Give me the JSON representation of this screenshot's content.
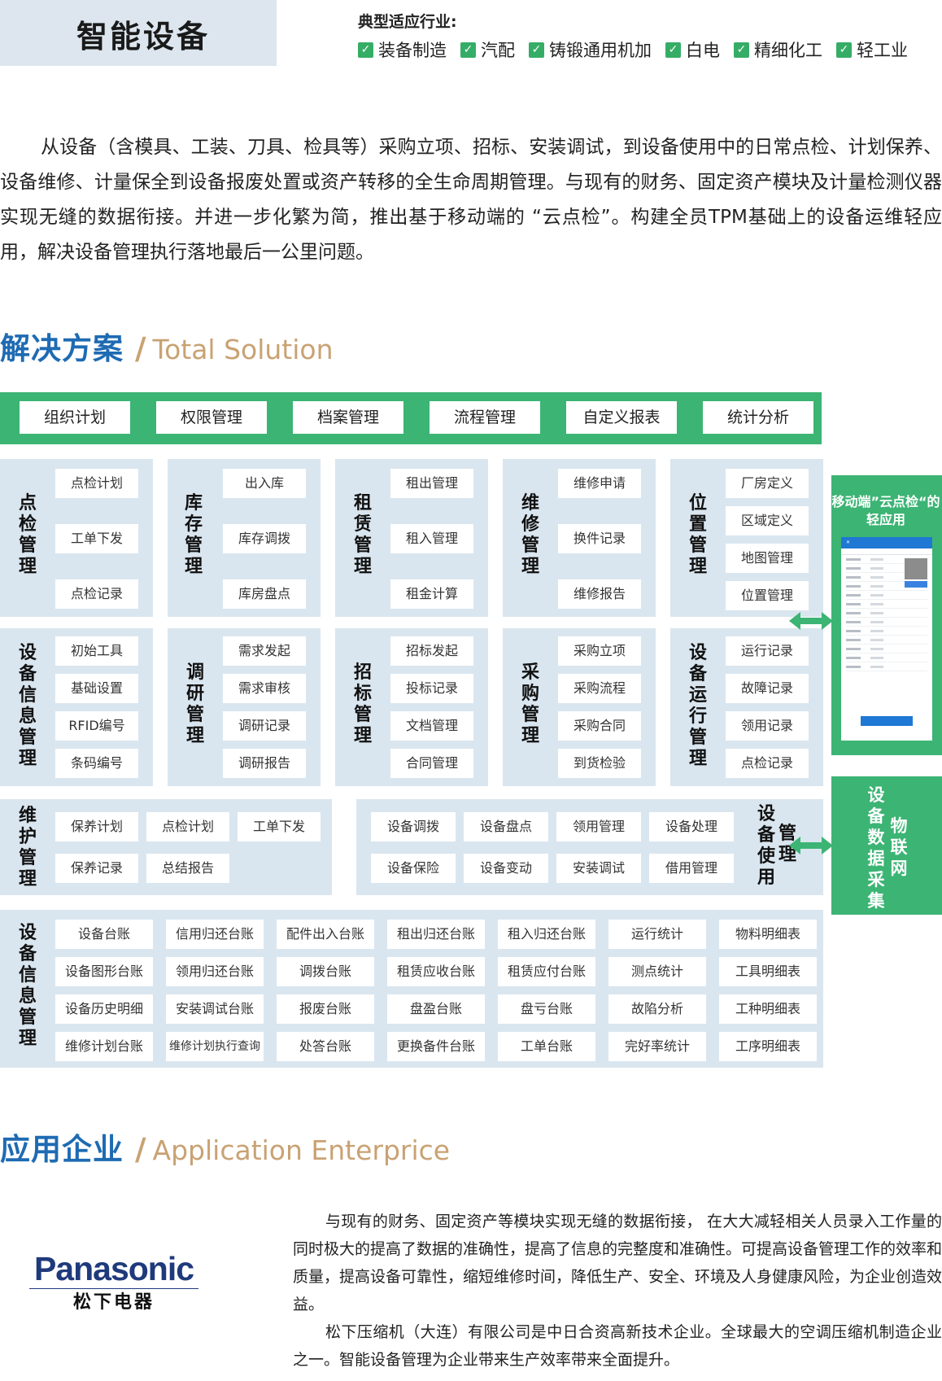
{
  "header": {
    "tag": "智能设备",
    "industry_label": "典型适应行业:",
    "industries": [
      "装备制造",
      "汽配",
      "铸锻通用机加",
      "白电",
      "精细化工",
      "轻工业"
    ]
  },
  "intro": "从设备（含模具、工装、刀具、检具等）采购立项、招标、安装调试，到设备使用中的日常点检、计划保养、设备维修、计量保全到设备报废处置或资产转移的全生命周期管理。与现有的财务、固定资产模块及计量检测仪器实现无缝的数据衔接。并进一步化繁为简，推出基于移动端的 “云点检”。构建全员TPM基础上的设备运维轻应用，解决设备管理执行落地最后一公里问题。",
  "solution": {
    "title_cn": "解决方案",
    "title_slash": "/",
    "title_en": "Total Solution",
    "topbar": [
      "组织计划",
      "权限管理",
      "档案管理",
      "流程管理",
      "自定义报表",
      "统计分析"
    ],
    "row1": [
      {
        "title": "点检管理",
        "items": [
          "点检计划",
          "工单下发",
          "点检记录"
        ]
      },
      {
        "title": "库存管理",
        "items": [
          "出入库",
          "库存调拨",
          "库房盘点"
        ]
      },
      {
        "title": "租赁管理",
        "items": [
          "租出管理",
          "租入管理",
          "租金计算"
        ]
      },
      {
        "title": "维修管理",
        "items": [
          "维修申请",
          "换件记录",
          "维修报告"
        ]
      },
      {
        "title": "位置管理",
        "items": [
          "厂房定义",
          "区域定义",
          "地图管理",
          "位置管理"
        ]
      }
    ],
    "row2": [
      {
        "title": "设备信息管理",
        "items": [
          "初始工具",
          "基础设置",
          "RFID编号",
          "条码编号"
        ]
      },
      {
        "title": "调研管理",
        "items": [
          "需求发起",
          "需求审核",
          "调研记录",
          "调研报告"
        ]
      },
      {
        "title": "招标管理",
        "items": [
          "招标发起",
          "投标记录",
          "文档管理",
          "合同管理"
        ]
      },
      {
        "title": "采购管理",
        "items": [
          "采购立项",
          "采购流程",
          "采购合同",
          "到货检验"
        ]
      },
      {
        "title": "设备运行管理",
        "items": [
          "运行记录",
          "故障记录",
          "领用记录",
          "点检记录"
        ]
      }
    ],
    "maintenance": {
      "title": "维护管理",
      "items": [
        "保养计划",
        "点检计划",
        "工单下发",
        "保养记录",
        "总结报告"
      ]
    },
    "usage": {
      "title": "设备使用",
      "title2": "管理",
      "items": [
        "设备调拨",
        "设备盘点",
        "领用管理",
        "设备处理",
        "设备保险",
        "设备变动",
        "安装调试",
        "借用管理"
      ]
    },
    "ledger": {
      "title": "设备信息管理",
      "items": [
        "设备台账",
        "信用归还台账",
        "配件出入台账",
        "租出归还台账",
        "租入归还台账",
        "运行统计",
        "物料明细表",
        "设备图形台账",
        "领用归还台账",
        "调拨台账",
        "租赁应收台账",
        "租赁应付台账",
        "测点统计",
        "工具明细表",
        "设备历史明细",
        "安装调试台账",
        "报废台账",
        "盘盈台账",
        "盘亏台账",
        "故陷分析",
        "工种明细表",
        "维修计划台账",
        "维修计划执行查询",
        "处答台账",
        "更换备件台账",
        "工单台账",
        "完好率统计",
        "工序明细表"
      ]
    },
    "mobile": {
      "title": "移动端”云点检“的轻应用"
    },
    "iot": {
      "col1": "设备数据采集",
      "col2": "物联网"
    }
  },
  "enterprise": {
    "title_cn": "应用企业",
    "title_slash": "/",
    "title_en": "Application Enterprice",
    "logo_en": "Panasonic",
    "logo_cn": "松下电器",
    "para1": "与现有的财务、固定资产等模块实现无缝的数据衔接， 在大大减轻相关人员录入工作量的同时极大的提高了数据的准确性，提高了信息的完整度和准确性。可提高设备管理工作的效率和质量，提高设备可靠性，缩短维修时间，降低生产、安全、环境及人身健康风险，为企业创造效益。",
    "para2": "松下压缩机（大连）有限公司是中日合资高新技术企业。全球最大的空调压缩机制造企业之一。智能设备管理为企业带来生产效率带来全面提升。"
  },
  "colors": {
    "green": "#3cb474",
    "panel": "#dae6ef",
    "blue": "#1e6bb3",
    "gold": "#c9a273"
  }
}
